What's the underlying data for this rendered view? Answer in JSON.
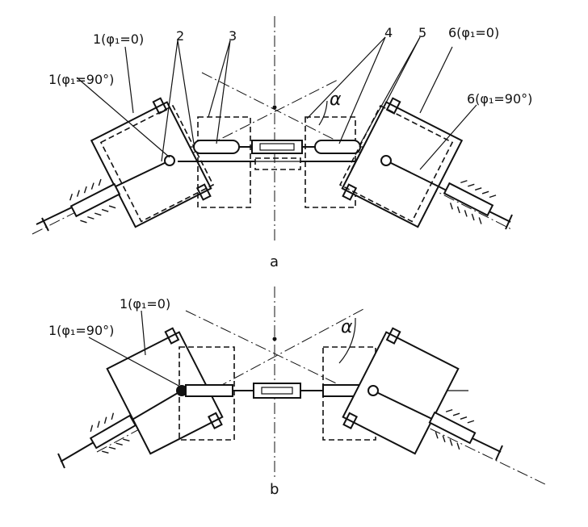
{
  "figure_a": {
    "caption": "a",
    "alpha": "α",
    "labels": {
      "l1_phi0": "1(φ₁=0)",
      "l1_phi90": "1(φ₁=90°)",
      "l2": "2",
      "l3": "3",
      "l4": "4",
      "l5": "5",
      "l6_phi0": "6(φ₁=0)",
      "l6_phi90": "6(φ₁=90°)"
    }
  },
  "figure_b": {
    "caption": "b",
    "alpha": "α",
    "labels": {
      "l1_phi0": "1(φ₁=0)",
      "l1_phi90": "1(φ₁=90°)"
    }
  }
}
